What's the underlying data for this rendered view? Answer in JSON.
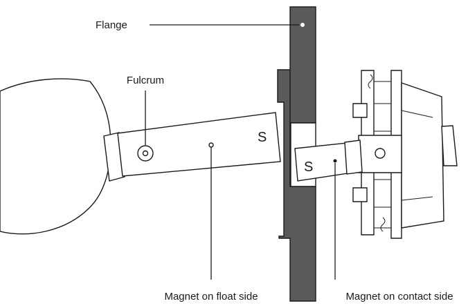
{
  "labels": {
    "flange": "Flange",
    "fulcrum": "Fulcrum",
    "magnet_float": "Magnet on float side",
    "magnet_contact": "Magnet on contact side"
  },
  "magnet_marks": {
    "float_pole": "S",
    "contact_pole": "S"
  },
  "colors": {
    "line": "#1a1a1a",
    "flange_fill": "#5a5a5a",
    "background": "#ffffff"
  }
}
